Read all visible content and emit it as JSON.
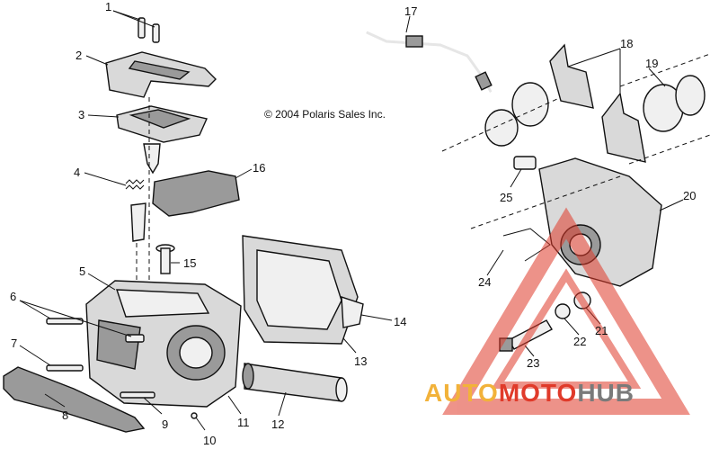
{
  "copyright": "© 2004 Polaris Sales Inc.",
  "watermark": {
    "part_a": "AUTO",
    "part_b": "MOTO",
    "part_c": "HUB",
    "colors": {
      "auto": "#f2b23a",
      "moto": "#e03a2a",
      "hub": "#7a7a7a"
    }
  },
  "callouts": {
    "c1": "1",
    "c2": "2",
    "c3": "3",
    "c4": "4",
    "c5": "5",
    "c6": "6",
    "c7": "7",
    "c8": "8",
    "c9": "9",
    "c10": "10",
    "c11": "11",
    "c12": "12",
    "c13": "13",
    "c14": "14",
    "c15": "15",
    "c16": "16",
    "c17": "17",
    "c18": "18",
    "c19": "19",
    "c20": "20",
    "c21": "21",
    "c22": "22",
    "c23": "23",
    "c24": "24",
    "c25": "25"
  }
}
